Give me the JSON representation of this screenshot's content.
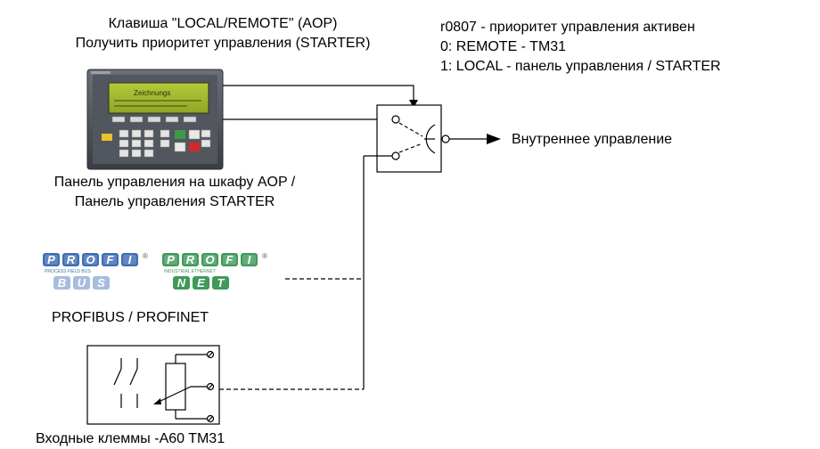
{
  "aop_key": {
    "line1": "Клавиша \"LOCAL/REMOTE\" (AOP)",
    "line2": "Получить приоритет управления (STARTER)"
  },
  "parameter": {
    "line1": "r0807 - приоритет управления активен",
    "line2": "0: REMOTE - TM31",
    "line3": "1: LOCAL - панель управления / STARTER"
  },
  "output_label": "Внутреннее управление",
  "panel_caption": {
    "line1": "Панель управления на шкафу AOP /",
    "line2": "Панель управления STARTER"
  },
  "panel_screen_text": "Zeichnungs",
  "fieldbus": {
    "caption": "PROFIBUS / PROFINET",
    "profibus_letters": [
      "P",
      "R",
      "O",
      "F",
      "I"
    ],
    "profibus_sub_letters": [
      "B",
      "U",
      "S"
    ],
    "profibus_tagline": "PROCESS FIELD BUS",
    "profinet_letters": [
      "P",
      "R",
      "O",
      "F",
      "I"
    ],
    "profinet_sub_letters": [
      "N",
      "E",
      "T"
    ],
    "profinet_tagline": "INDUSTRIAL ETHERNET",
    "registered_mark": "®"
  },
  "terminals_caption": "Входные клеммы -A60 TM31",
  "colors": {
    "profibus_blue": "#3e6db5",
    "profinet_green": "#3f9a5a",
    "panel_body": "#4a4e56",
    "screen_green": "#9fb52a"
  }
}
